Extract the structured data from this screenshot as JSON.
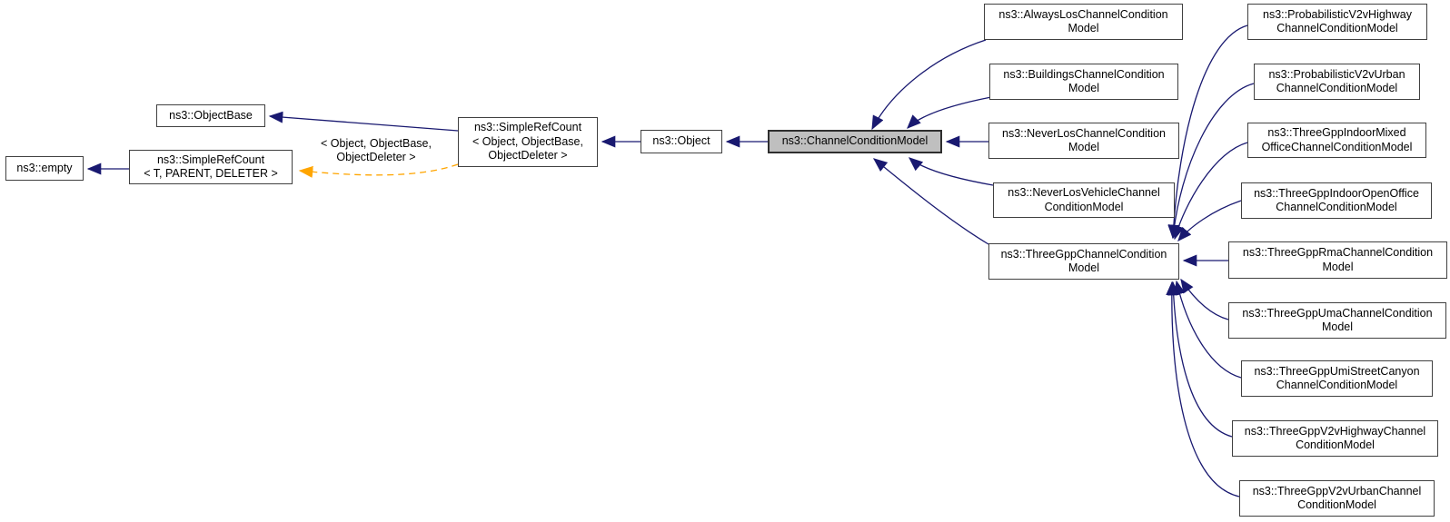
{
  "diagram": {
    "type": "class-inheritance-graph",
    "subject": "ns3::ChannelConditionModel",
    "colors": {
      "inheritance_edge": "#191970",
      "template_edge": "#ffa500",
      "node_fill": "#ffffff",
      "node_border": "#404040",
      "highlight_fill": "#bfbfbf",
      "background": "#ffffff",
      "text": "#000000"
    },
    "edge_label": {
      "lines": [
        "< Object, ObjectBase,",
        "ObjectDeleter >"
      ]
    },
    "nodes": [
      {
        "id": "empty",
        "lines": [
          "ns3::empty"
        ],
        "highlighted": false
      },
      {
        "id": "simple-ref-count-t",
        "lines": [
          "ns3::SimpleRefCount",
          "< T, PARENT, DELETER >"
        ],
        "highlighted": false
      },
      {
        "id": "object-base",
        "lines": [
          "ns3::ObjectBase"
        ],
        "highlighted": false
      },
      {
        "id": "simple-ref-count-object",
        "lines": [
          "ns3::SimpleRefCount",
          "< Object, ObjectBase,",
          "ObjectDeleter >"
        ],
        "highlighted": false
      },
      {
        "id": "object",
        "lines": [
          "ns3::Object"
        ],
        "highlighted": false
      },
      {
        "id": "channel-condition-model",
        "lines": [
          "ns3::ChannelConditionModel"
        ],
        "highlighted": true
      },
      {
        "id": "always-los",
        "lines": [
          "ns3::AlwaysLosChannelCondition",
          "Model"
        ],
        "highlighted": false
      },
      {
        "id": "buildings",
        "lines": [
          "ns3::BuildingsChannelCondition",
          "Model"
        ],
        "highlighted": false
      },
      {
        "id": "never-los",
        "lines": [
          "ns3::NeverLosChannelCondition",
          "Model"
        ],
        "highlighted": false
      },
      {
        "id": "never-los-vehicle",
        "lines": [
          "ns3::NeverLosVehicleChannel",
          "ConditionModel"
        ],
        "highlighted": false
      },
      {
        "id": "three-gpp",
        "lines": [
          "ns3::ThreeGppChannelCondition",
          "Model"
        ],
        "highlighted": false
      },
      {
        "id": "probabilistic-v2v-highway",
        "lines": [
          "ns3::ProbabilisticV2vHighway",
          "ChannelConditionModel"
        ],
        "highlighted": false
      },
      {
        "id": "probabilistic-v2v-urban",
        "lines": [
          "ns3::ProbabilisticV2vUrban",
          "ChannelConditionModel"
        ],
        "highlighted": false
      },
      {
        "id": "three-gpp-indoor-mixed-office",
        "lines": [
          "ns3::ThreeGppIndoorMixed",
          "OfficeChannelConditionModel"
        ],
        "highlighted": false
      },
      {
        "id": "three-gpp-indoor-open-office",
        "lines": [
          "ns3::ThreeGppIndoorOpenOffice",
          "ChannelConditionModel"
        ],
        "highlighted": false
      },
      {
        "id": "three-gpp-rma",
        "lines": [
          "ns3::ThreeGppRmaChannelCondition",
          "Model"
        ],
        "highlighted": false
      },
      {
        "id": "three-gpp-uma",
        "lines": [
          "ns3::ThreeGppUmaChannelCondition",
          "Model"
        ],
        "highlighted": false
      },
      {
        "id": "three-gpp-umi-street-canyon",
        "lines": [
          "ns3::ThreeGppUmiStreetCanyon",
          "ChannelConditionModel"
        ],
        "highlighted": false
      },
      {
        "id": "three-gpp-v2v-highway",
        "lines": [
          "ns3::ThreeGppV2vHighwayChannel",
          "ConditionModel"
        ],
        "highlighted": false
      },
      {
        "id": "three-gpp-v2v-urban",
        "lines": [
          "ns3::ThreeGppV2vUrbanChannel",
          "ConditionModel"
        ],
        "highlighted": false
      }
    ],
    "edges": [
      {
        "from": "simple-ref-count-t",
        "to": "empty",
        "type": "inheritance"
      },
      {
        "from": "simple-ref-count-object",
        "to": "object-base",
        "type": "inheritance"
      },
      {
        "from": "simple-ref-count-object",
        "to": "simple-ref-count-t",
        "type": "template-instantiation",
        "label": "< Object, ObjectBase, ObjectDeleter >"
      },
      {
        "from": "object",
        "to": "simple-ref-count-object",
        "type": "inheritance"
      },
      {
        "from": "channel-condition-model",
        "to": "object",
        "type": "inheritance"
      },
      {
        "from": "always-los",
        "to": "channel-condition-model",
        "type": "inheritance"
      },
      {
        "from": "buildings",
        "to": "channel-condition-model",
        "type": "inheritance"
      },
      {
        "from": "never-los",
        "to": "channel-condition-model",
        "type": "inheritance"
      },
      {
        "from": "never-los-vehicle",
        "to": "channel-condition-model",
        "type": "inheritance"
      },
      {
        "from": "three-gpp",
        "to": "channel-condition-model",
        "type": "inheritance"
      },
      {
        "from": "probabilistic-v2v-highway",
        "to": "three-gpp",
        "type": "inheritance"
      },
      {
        "from": "probabilistic-v2v-urban",
        "to": "three-gpp",
        "type": "inheritance"
      },
      {
        "from": "three-gpp-indoor-mixed-office",
        "to": "three-gpp",
        "type": "inheritance"
      },
      {
        "from": "three-gpp-indoor-open-office",
        "to": "three-gpp",
        "type": "inheritance"
      },
      {
        "from": "three-gpp-rma",
        "to": "three-gpp",
        "type": "inheritance"
      },
      {
        "from": "three-gpp-uma",
        "to": "three-gpp",
        "type": "inheritance"
      },
      {
        "from": "three-gpp-umi-street-canyon",
        "to": "three-gpp",
        "type": "inheritance"
      },
      {
        "from": "three-gpp-v2v-highway",
        "to": "three-gpp",
        "type": "inheritance"
      },
      {
        "from": "three-gpp-v2v-urban",
        "to": "three-gpp",
        "type": "inheritance"
      }
    ]
  }
}
